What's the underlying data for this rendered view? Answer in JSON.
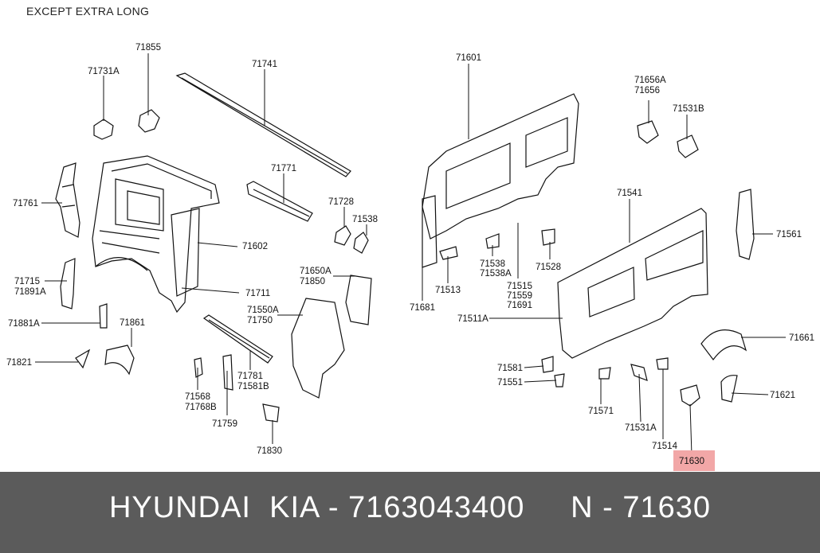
{
  "header": {
    "note": "EXCEPT  EXTRA  LONG"
  },
  "highlight_color": "#f2a7a7",
  "footer": {
    "text": "HYUNDAI  KIA - 7163043400     N - 71630",
    "background": "#5b5b5b"
  },
  "parts": [
    "71855",
    "71731A",
    "71741",
    "71761",
    "71771",
    "71602",
    "71728",
    "71538",
    "71715",
    "71891A",
    "71711",
    "71650A",
    "71850",
    "71881A",
    "71861",
    "71550A",
    "71750",
    "71821",
    "71781",
    "71581B",
    "71568",
    "71768B",
    "71759",
    "71830",
    "71601",
    "71656A",
    "71656",
    "71531B",
    "71541",
    "71561",
    "71513",
    "71538",
    "71538A",
    "71528",
    "71681",
    "71515",
    "71559",
    "71691",
    "71511A",
    "71661",
    "71581",
    "71551",
    "71571",
    "71531A",
    "71514",
    "71621",
    "71630"
  ]
}
